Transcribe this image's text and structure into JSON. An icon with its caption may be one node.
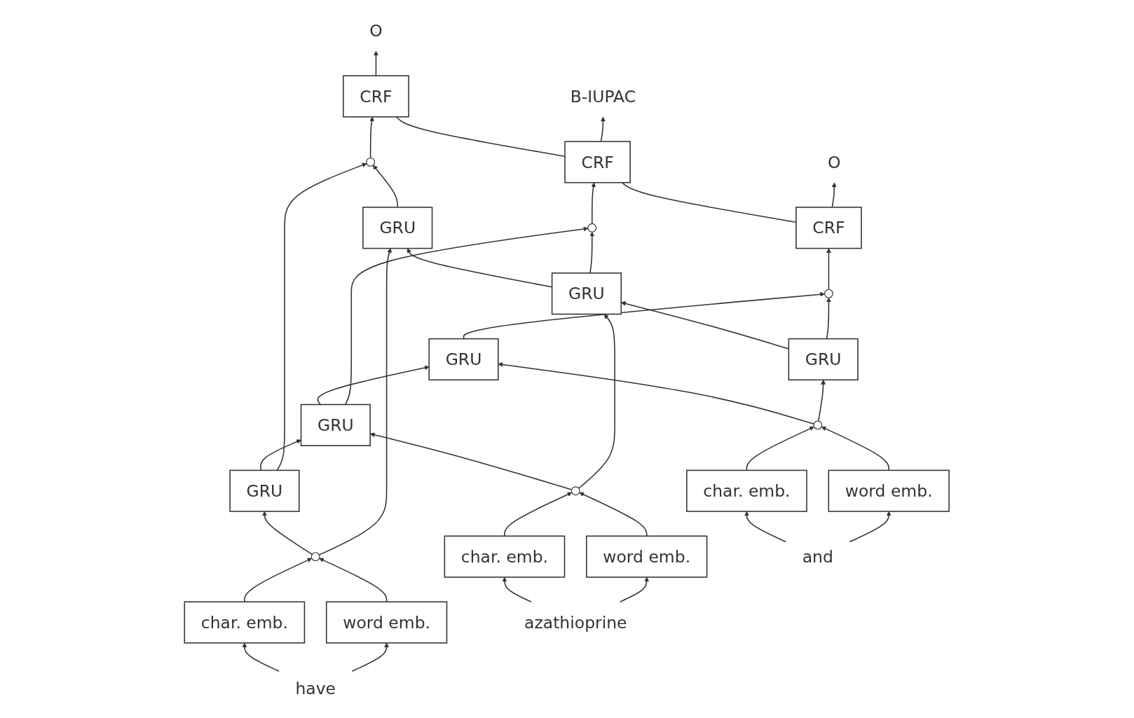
{
  "diagram": {
    "nodes": [
      {
        "text": [
          "O"
        ]
      },
      {
        "text": [
          "B-IUPAC"
        ]
      },
      {
        "text": [
          "O"
        ]
      },
      {
        "text": [
          "CRF"
        ]
      },
      {
        "text": [
          "CRF"
        ]
      },
      {
        "text": [
          "CRF"
        ]
      },
      {
        "text": [],
        "shape": "circle"
      },
      {
        "text": [],
        "shape": "circle"
      },
      {
        "text": [],
        "shape": "circle"
      },
      {
        "text": [
          "GRU"
        ]
      },
      {
        "text": [
          "GRU"
        ]
      },
      {
        "text": [
          "GRU"
        ]
      },
      {
        "text": [
          "GRU"
        ]
      },
      {
        "text": [
          "GRU"
        ]
      },
      {
        "text": [
          "GRU"
        ]
      },
      {
        "text": [],
        "shape": "circle"
      },
      {
        "text": [],
        "shape": "circle"
      },
      {
        "text": [],
        "shape": "circle"
      },
      {
        "text": [
          "word emb."
        ]
      },
      {
        "text": [
          "char. emb."
        ]
      },
      {
        "text": [
          "word emb."
        ]
      },
      {
        "text": [
          "char. emb."
        ]
      },
      {
        "text": [
          "word emb."
        ]
      },
      {
        "text": [
          "char. emb."
        ]
      },
      {
        "text": [
          "and"
        ]
      },
      {
        "text": [
          "azathioprine"
        ]
      },
      {
        "text": [
          "have"
        ]
      }
    ],
    "edges": [
      {
        "from": 3,
        "to": 0,
        "arrow": "to"
      },
      {
        "from": 4,
        "to": 1,
        "arrow": "to"
      },
      {
        "from": 5,
        "to": 2,
        "arrow": "to"
      },
      {
        "from": 3,
        "to": 4,
        "arrow": "none"
      },
      {
        "from": 4,
        "to": 5,
        "arrow": "none"
      },
      {
        "from": 6,
        "to": 3,
        "arrow": "to"
      },
      {
        "from": 7,
        "to": 4,
        "arrow": "to"
      },
      {
        "from": 8,
        "to": 5,
        "arrow": "to"
      },
      {
        "from": 9,
        "to": 6,
        "arrow": "to"
      },
      {
        "from": 10,
        "to": 7,
        "arrow": "to"
      },
      {
        "from": 11,
        "to": 8,
        "arrow": "to"
      },
      {
        "from": 12,
        "to": 6,
        "arrow": "to"
      },
      {
        "from": 13,
        "to": 7,
        "arrow": "to"
      },
      {
        "from": 14,
        "to": 8,
        "arrow": "to"
      },
      {
        "from": 10,
        "to": 9,
        "arrow": "to"
      },
      {
        "from": 11,
        "to": 10,
        "arrow": "to"
      },
      {
        "from": 12,
        "to": 13,
        "arrow": "to"
      },
      {
        "from": 13,
        "to": 14,
        "arrow": "to"
      },
      {
        "from": 15,
        "to": 12,
        "arrow": "to"
      },
      {
        "from": 16,
        "to": 13,
        "arrow": "to"
      },
      {
        "from": 17,
        "to": 14,
        "arrow": "to"
      },
      {
        "from": 15,
        "to": 9,
        "arrow": "to"
      },
      {
        "from": 16,
        "to": 10,
        "arrow": "to"
      },
      {
        "from": 17,
        "to": 11,
        "arrow": "to"
      },
      {
        "from": 18,
        "to": 15,
        "arrow": "to"
      },
      {
        "from": 19,
        "to": 15,
        "arrow": "to"
      },
      {
        "from": 20,
        "to": 16,
        "arrow": "to"
      },
      {
        "from": 21,
        "to": 16,
        "arrow": "to"
      },
      {
        "from": 22,
        "to": 17,
        "arrow": "to"
      },
      {
        "from": 23,
        "to": 17,
        "arrow": "to"
      },
      {
        "from": 24,
        "to": 18,
        "arrow": "to"
      },
      {
        "from": 24,
        "to": 19,
        "arrow": "to"
      },
      {
        "from": 25,
        "to": 20,
        "arrow": "to"
      },
      {
        "from": 25,
        "to": 21,
        "arrow": "to"
      },
      {
        "from": 26,
        "to": 22,
        "arrow": "to"
      },
      {
        "from": 26,
        "to": 23,
        "arrow": "to"
      }
    ]
  }
}
